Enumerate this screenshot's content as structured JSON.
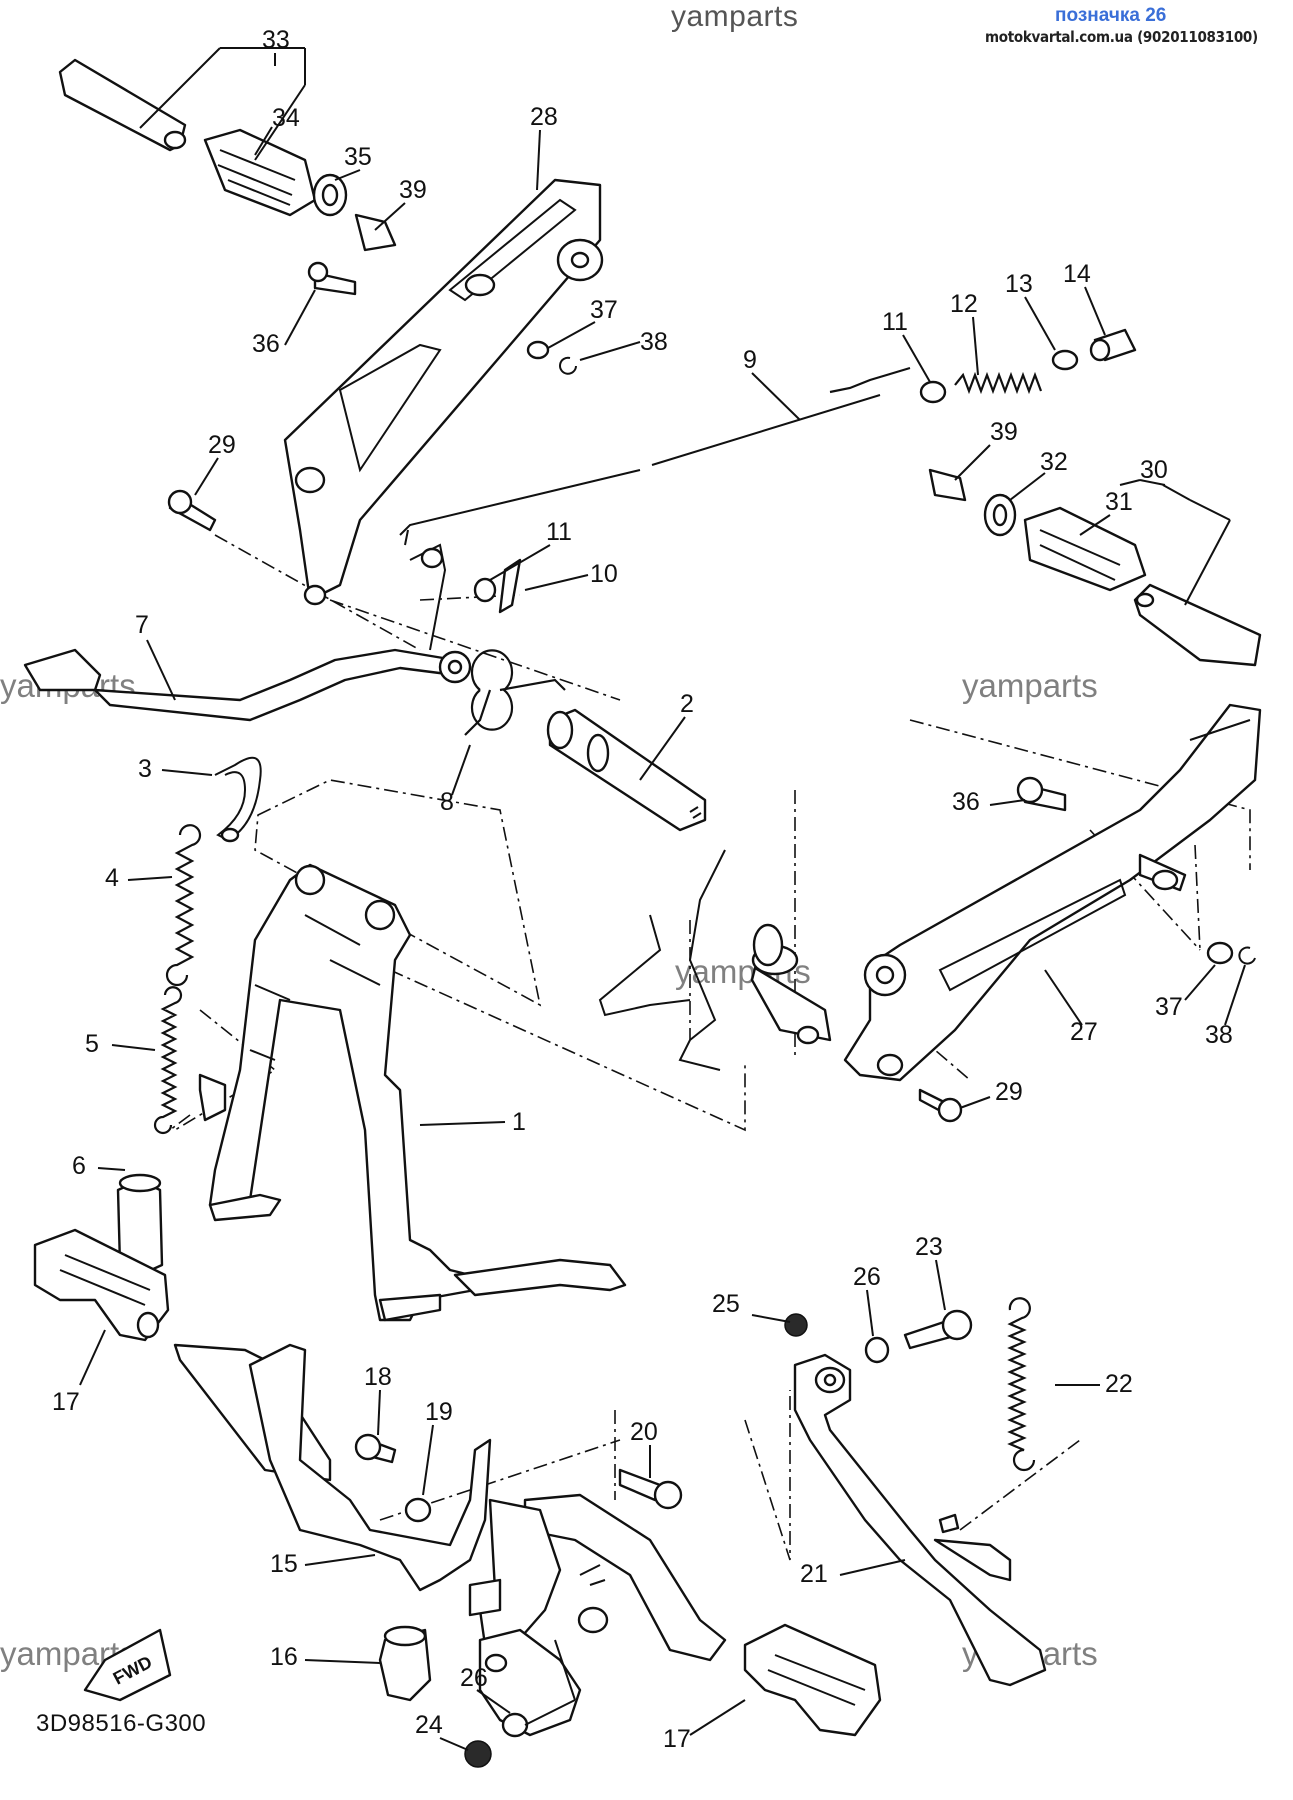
{
  "header": {
    "brand": "yamparts",
    "reference": "позначка 26",
    "site": "motokvartal.com.ua (902011083100)"
  },
  "watermark": "yamparts",
  "diagram_code": "3D98516-G300",
  "fwd_marker": "FWD",
  "callouts": [
    {
      "id": "c33",
      "num": "33"
    },
    {
      "id": "c34",
      "num": "34"
    },
    {
      "id": "c35",
      "num": "35"
    },
    {
      "id": "c39a",
      "num": "39"
    },
    {
      "id": "c28",
      "num": "28"
    },
    {
      "id": "c36a",
      "num": "36"
    },
    {
      "id": "c37a",
      "num": "37"
    },
    {
      "id": "c38a",
      "num": "38"
    },
    {
      "id": "c29a",
      "num": "29"
    },
    {
      "id": "c11a",
      "num": "11"
    },
    {
      "id": "c12",
      "num": "12"
    },
    {
      "id": "c13",
      "num": "13"
    },
    {
      "id": "c14",
      "num": "14"
    },
    {
      "id": "c9",
      "num": "9"
    },
    {
      "id": "c39b",
      "num": "39"
    },
    {
      "id": "c32",
      "num": "32"
    },
    {
      "id": "c30",
      "num": "30"
    },
    {
      "id": "c31",
      "num": "31"
    },
    {
      "id": "c11b",
      "num": "11"
    },
    {
      "id": "c10",
      "num": "10"
    },
    {
      "id": "c7",
      "num": "7"
    },
    {
      "id": "c2",
      "num": "2"
    },
    {
      "id": "c8",
      "num": "8"
    },
    {
      "id": "c3",
      "num": "3"
    },
    {
      "id": "c4",
      "num": "4"
    },
    {
      "id": "c5",
      "num": "5"
    },
    {
      "id": "c6",
      "num": "6"
    },
    {
      "id": "c1",
      "num": "1"
    },
    {
      "id": "c36b",
      "num": "36"
    },
    {
      "id": "c27",
      "num": "27"
    },
    {
      "id": "c37b",
      "num": "37"
    },
    {
      "id": "c38b",
      "num": "38"
    },
    {
      "id": "c29b",
      "num": "29"
    },
    {
      "id": "c17a",
      "num": "17"
    },
    {
      "id": "c18",
      "num": "18"
    },
    {
      "id": "c19",
      "num": "19"
    },
    {
      "id": "c20",
      "num": "20"
    },
    {
      "id": "c15",
      "num": "15"
    },
    {
      "id": "c16",
      "num": "16"
    },
    {
      "id": "c25",
      "num": "25"
    },
    {
      "id": "c26a",
      "num": "26"
    },
    {
      "id": "c23",
      "num": "23"
    },
    {
      "id": "c22",
      "num": "22"
    },
    {
      "id": "c21",
      "num": "21"
    },
    {
      "id": "c26b",
      "num": "26"
    },
    {
      "id": "c24",
      "num": "24"
    },
    {
      "id": "c17b",
      "num": "17"
    }
  ]
}
